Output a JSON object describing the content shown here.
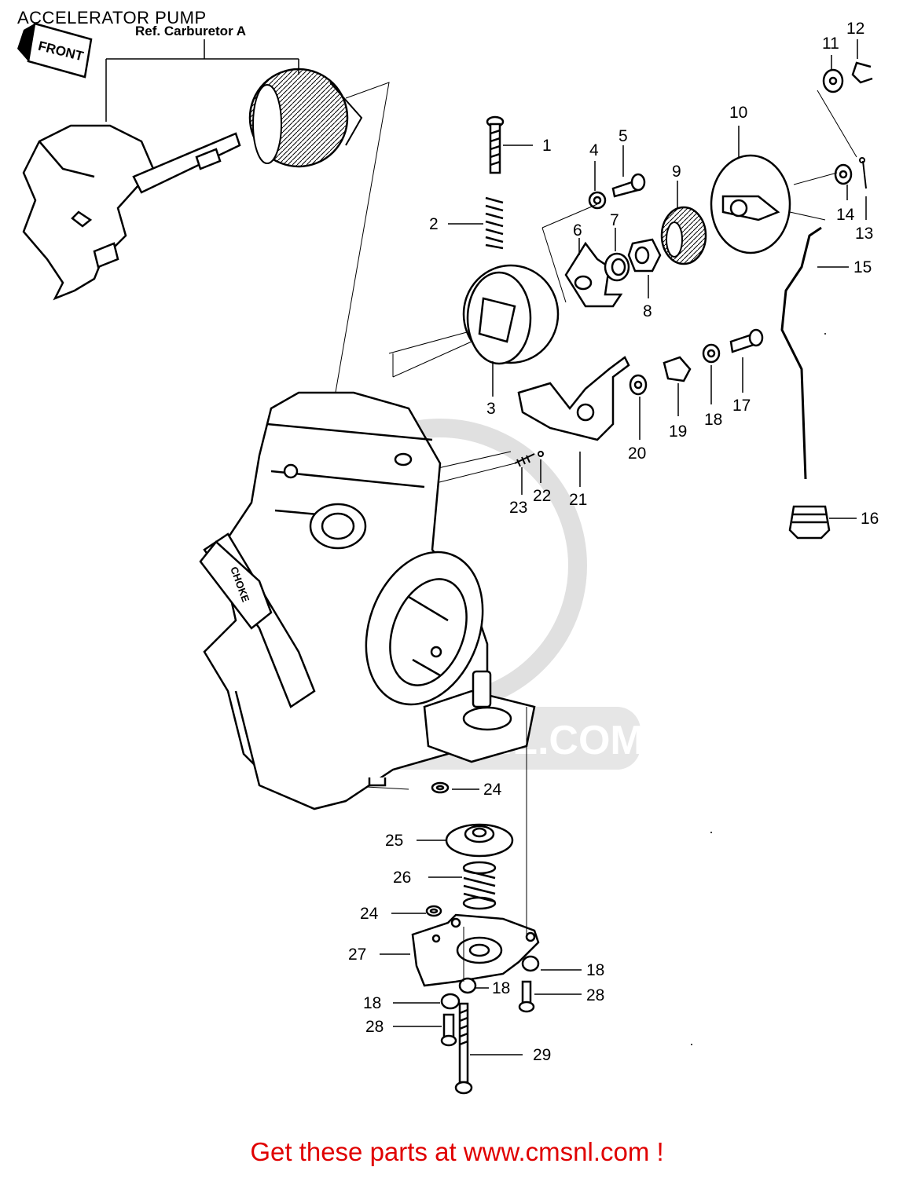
{
  "title": "ACCELERATOR PUMP",
  "reference": "Ref. Carburetor A",
  "front_tag": "FRONT",
  "choke_tag": "CHOKE",
  "watermark": "WWW.CMSNL.COM",
  "footer": "Get these parts at www.cmsnl.com !",
  "callouts": [
    {
      "id": "c1",
      "label": "1"
    },
    {
      "id": "c2",
      "label": "2"
    },
    {
      "id": "c3",
      "label": "3"
    },
    {
      "id": "c4",
      "label": "4"
    },
    {
      "id": "c5",
      "label": "5"
    },
    {
      "id": "c6",
      "label": "6"
    },
    {
      "id": "c7",
      "label": "7"
    },
    {
      "id": "c8",
      "label": "8"
    },
    {
      "id": "c9",
      "label": "9"
    },
    {
      "id": "c10",
      "label": "10"
    },
    {
      "id": "c11",
      "label": "11"
    },
    {
      "id": "c12",
      "label": "12"
    },
    {
      "id": "c13",
      "label": "13"
    },
    {
      "id": "c14",
      "label": "14"
    },
    {
      "id": "c15",
      "label": "15"
    },
    {
      "id": "c16",
      "label": "16"
    },
    {
      "id": "c17",
      "label": "17"
    },
    {
      "id": "c18a",
      "label": "18"
    },
    {
      "id": "c19",
      "label": "19"
    },
    {
      "id": "c20",
      "label": "20"
    },
    {
      "id": "c21",
      "label": "21"
    },
    {
      "id": "c22",
      "label": "22"
    },
    {
      "id": "c23",
      "label": "23"
    },
    {
      "id": "c24a",
      "label": "24"
    },
    {
      "id": "c25",
      "label": "25"
    },
    {
      "id": "c26",
      "label": "26"
    },
    {
      "id": "c24b",
      "label": "24"
    },
    {
      "id": "c27",
      "label": "27"
    },
    {
      "id": "c18b",
      "label": "18"
    },
    {
      "id": "c28a",
      "label": "28"
    },
    {
      "id": "c18c",
      "label": "18"
    },
    {
      "id": "c18d",
      "label": "18"
    },
    {
      "id": "c28b",
      "label": "28"
    },
    {
      "id": "c29",
      "label": "29"
    }
  ]
}
